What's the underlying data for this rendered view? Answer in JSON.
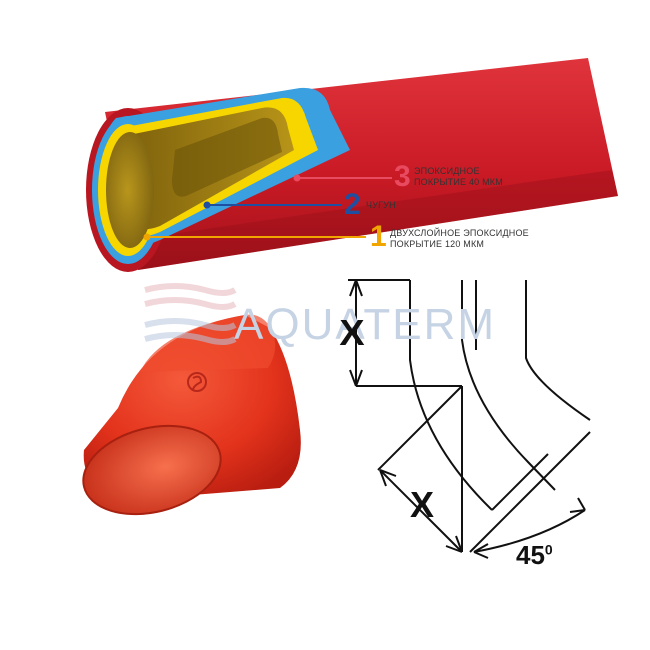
{
  "layers": [
    {
      "number": "3",
      "text": "ЭПОКСИДНОЕ ПОКРЫТИЕ 40 МКМ",
      "color": "#e84a5f"
    },
    {
      "number": "2",
      "text": "ЧУГУН",
      "color": "#1f4fa0"
    },
    {
      "number": "1",
      "text": "ДВУХСЛОЙНОЕ ЭПОКСИДНОЕ ПОКРЫТИЕ 120 МКМ",
      "color": "#f0a500"
    }
  ],
  "watermark": "AQUATERM",
  "drawing": {
    "dim_x_vertical": "X",
    "dim_x_diagonal": "X",
    "angle": "45",
    "angle_unit": "0"
  },
  "colors": {
    "pipe_red": "#cf1f2a",
    "epoxy_blue": "#3aa0e0",
    "iron_yellow": "#f7d600",
    "inner_olive": "#9a7a12",
    "elbow_red": "#e6361f"
  }
}
